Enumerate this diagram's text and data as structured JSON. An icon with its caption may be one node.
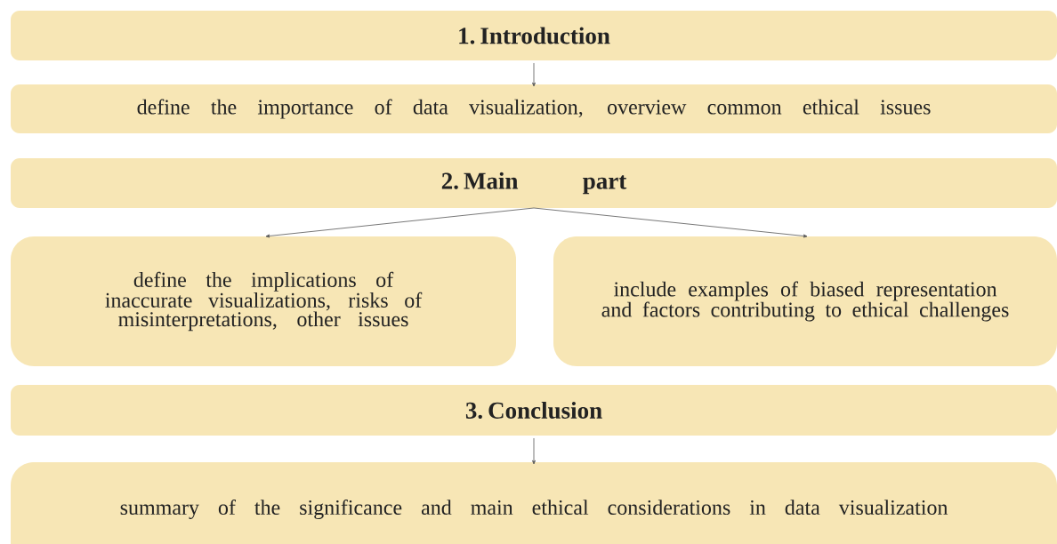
{
  "diagram": {
    "nodes": [
      {
        "text": [
          "1. Introduction"
        ]
      },
      {
        "text": [
          "define the importance of data visualization, overview common ethical issues"
        ]
      },
      {
        "text": [
          "2. Main part"
        ]
      },
      {
        "text": [
          "define the implications of inaccurate visualizations, risks of misinterpretations, other issues"
        ]
      },
      {
        "text": [
          "include examples of biased representation and factors contributing to ethical challenges"
        ]
      },
      {
        "text": [
          "3. Conclusion"
        ]
      },
      {
        "text": [
          "summary of the significance and main ethical considerations in data visualization"
        ]
      }
    ],
    "edges": [
      {
        "from": 0,
        "to": 1,
        "arrow": "to"
      },
      {
        "from": 2,
        "to": 3,
        "arrow": "to"
      },
      {
        "from": 2,
        "to": 4,
        "arrow": "to"
      },
      {
        "from": 5,
        "to": 6,
        "arrow": "to"
      }
    ]
  }
}
